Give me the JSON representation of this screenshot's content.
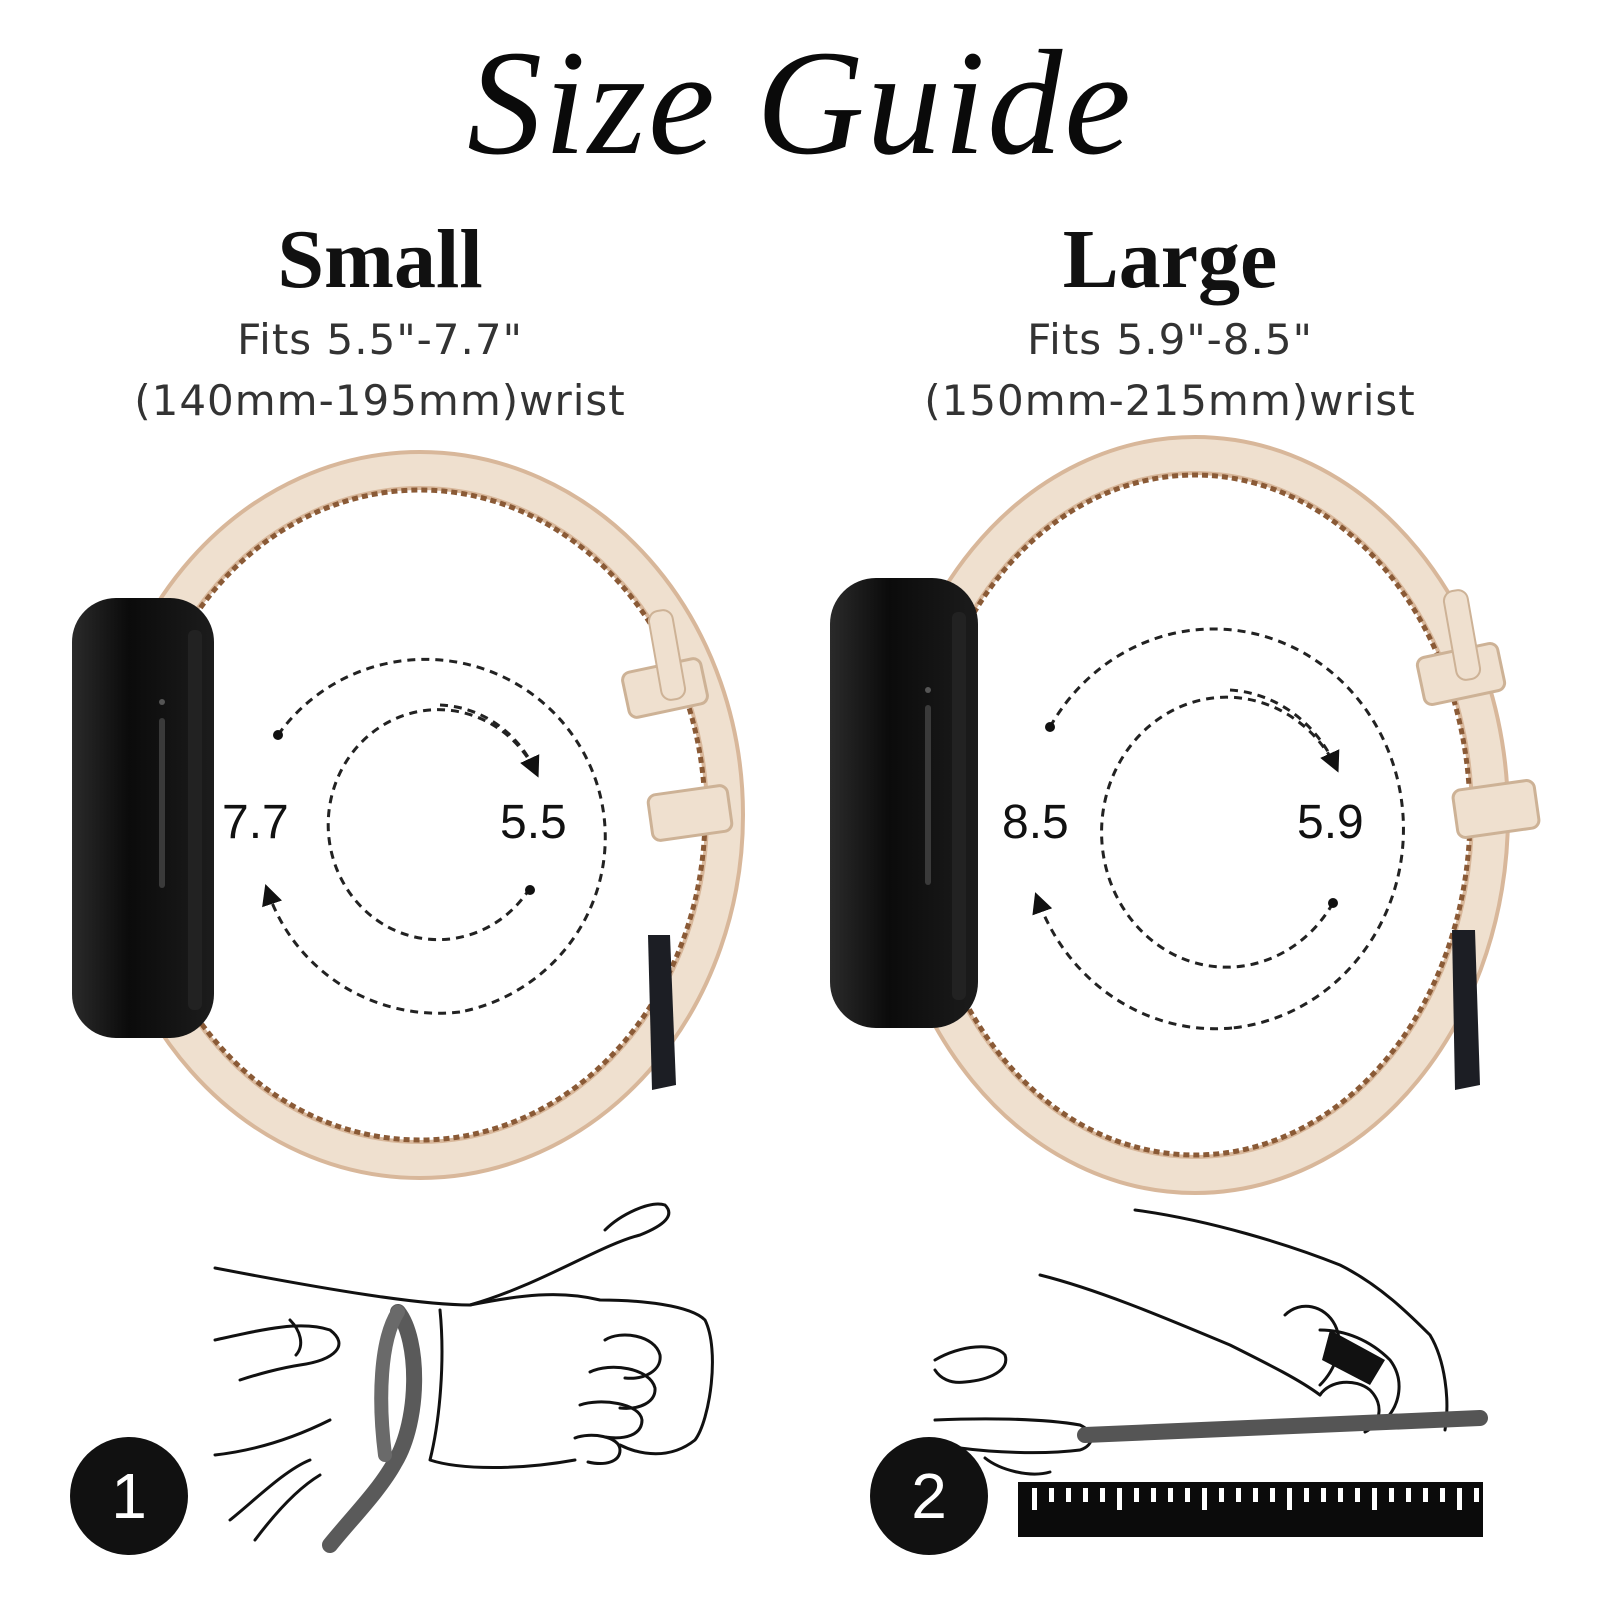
{
  "title": "Size Guide",
  "sizes": [
    {
      "name": "Small",
      "fits_inches": "Fits 5.5\"-7.7\"",
      "fits_mm": "(140mm-195mm)wrist",
      "max": "7.7",
      "min": "5.5"
    },
    {
      "name": "Large",
      "fits_inches": "Fits 5.9\"-8.5\"",
      "fits_mm": "(150mm-215mm)wrist",
      "max": "8.5",
      "min": "5.9"
    }
  ],
  "steps": [
    {
      "number": "1",
      "illustration": "wrapping-strap-around-wrist"
    },
    {
      "number": "2",
      "illustration": "measuring-strap-on-ruler"
    }
  ],
  "colors": {
    "band": "#efe0cf",
    "band_edge": "#d8b79a",
    "band_inner": "#8a5a36",
    "case": "#0b0b0b",
    "badge": "#111111"
  }
}
